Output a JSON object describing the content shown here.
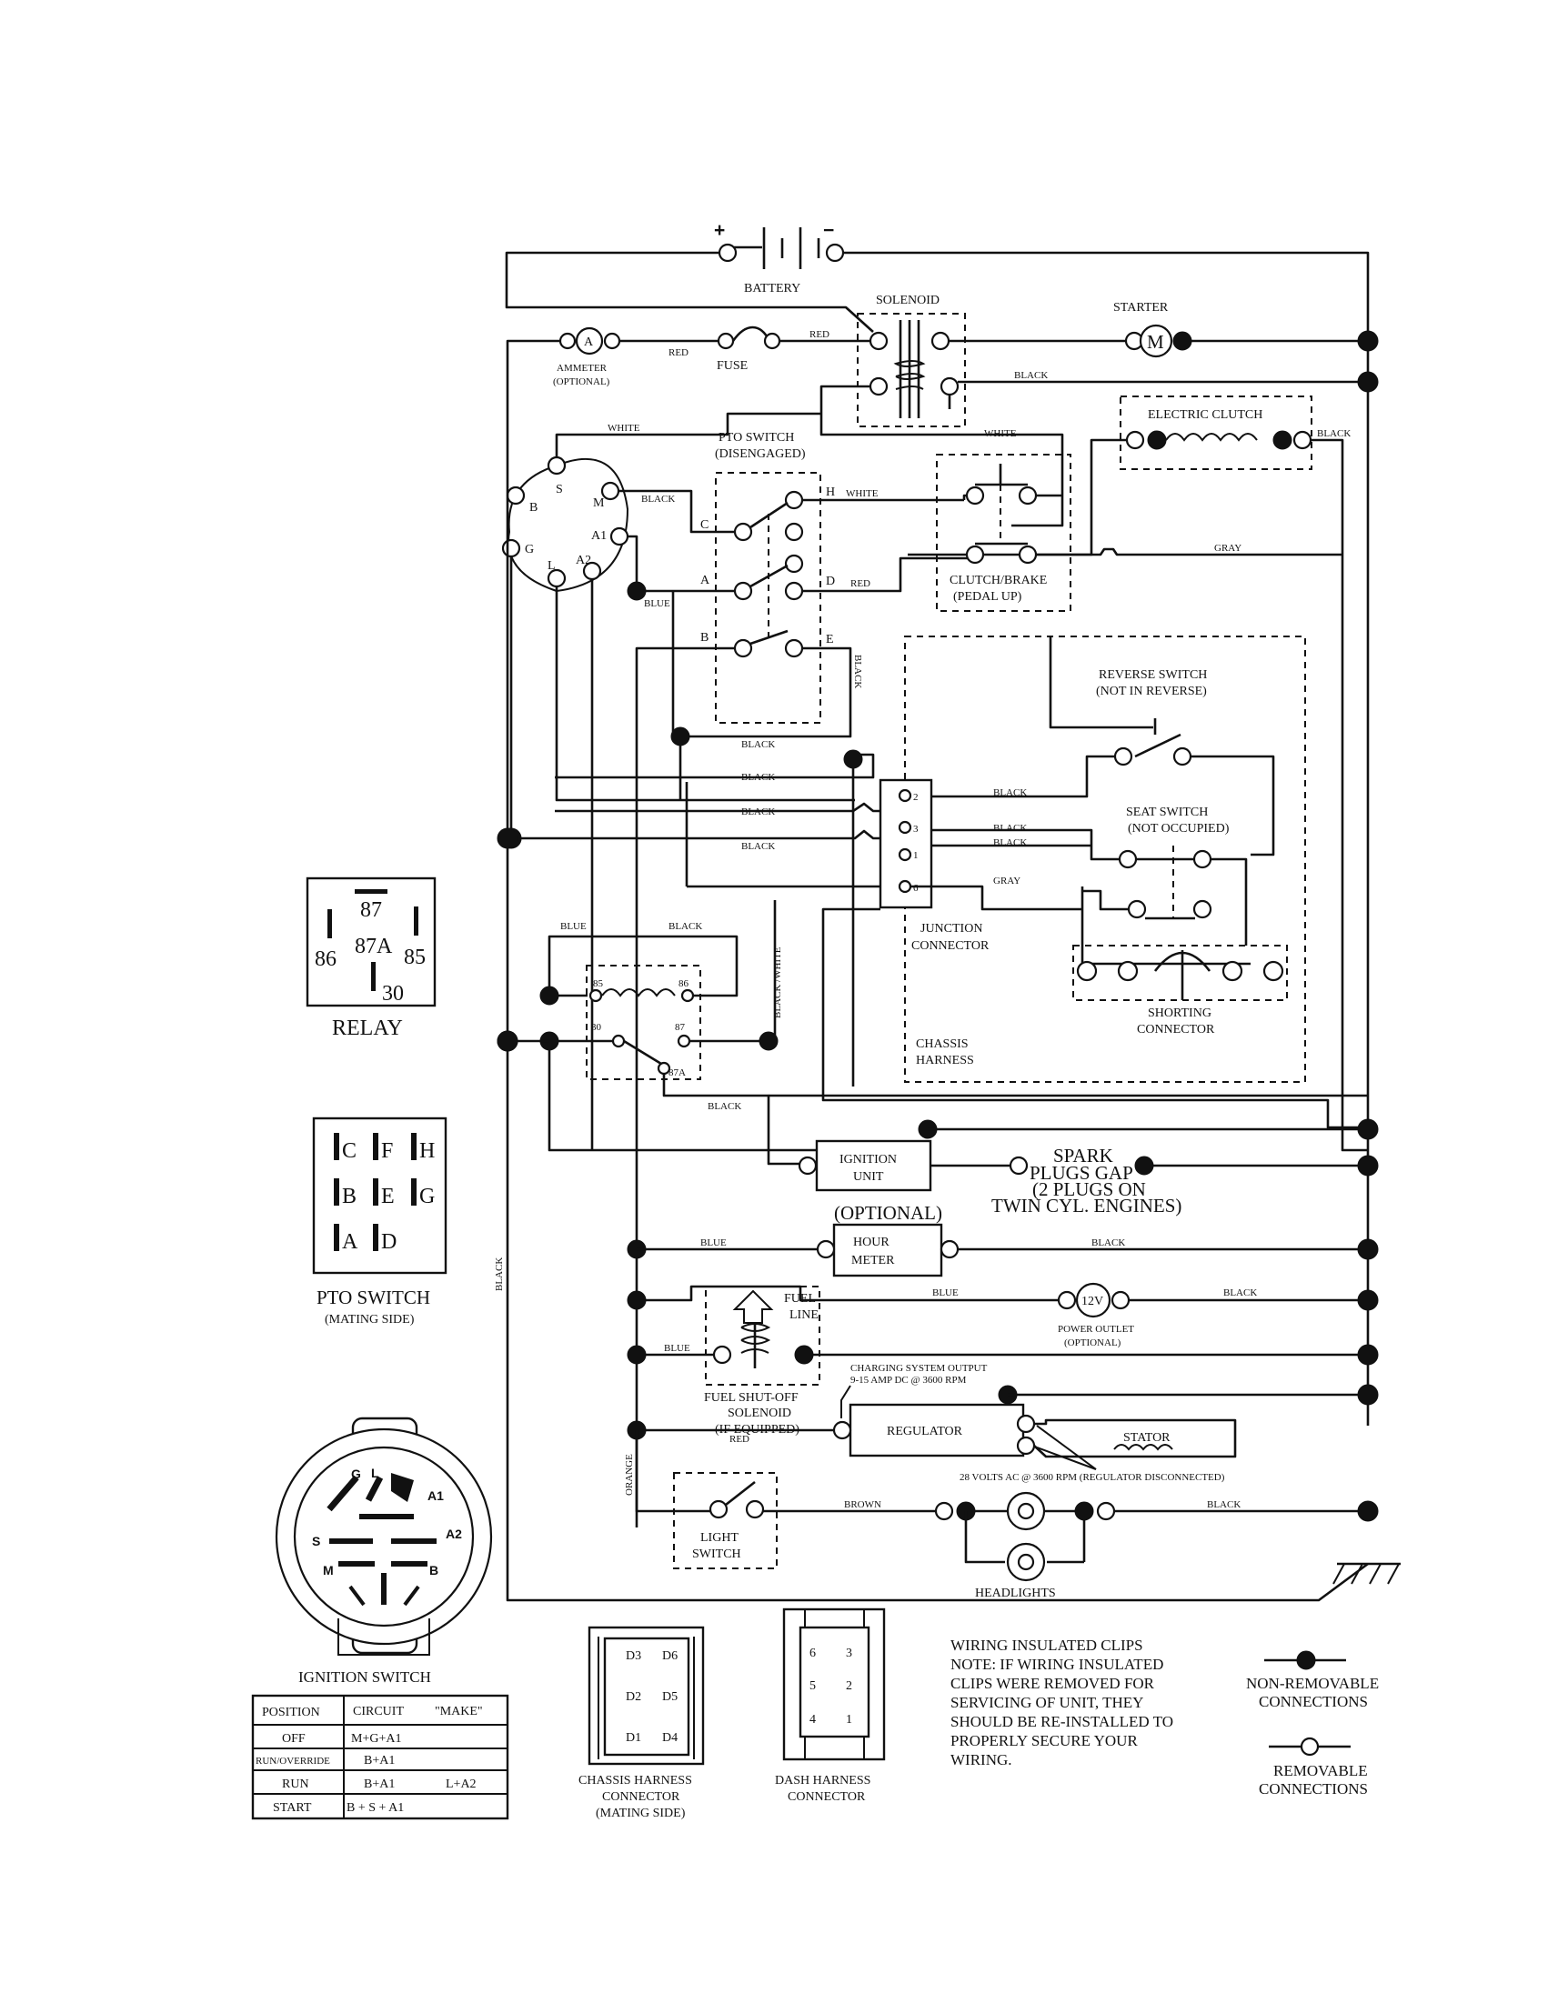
{
  "battery": {
    "title": "BATTERY",
    "plus": "+",
    "minus": "−"
  },
  "solenoid": {
    "title": "SOLENOID"
  },
  "starter": {
    "title": "STARTER",
    "symbol": "M"
  },
  "ammeter": {
    "title": "AMMETER",
    "note": "(OPTIONAL)",
    "symbol": "A"
  },
  "fuse": {
    "title": "FUSE"
  },
  "electric_clutch": {
    "title": "ELECTRIC CLUTCH"
  },
  "pto_switch": {
    "title": "PTO SWITCH",
    "state": "(DISENGAGED)",
    "pins": [
      "C",
      "H",
      "A",
      "D",
      "B",
      "E"
    ],
    "mating_title": "PTO SWITCH",
    "mating_note": "(MATING SIDE)",
    "mating_pins": [
      "C",
      "F",
      "H",
      "B",
      "E",
      "G",
      "A",
      "D"
    ]
  },
  "clutch_brake": {
    "title": "CLUTCH/BRAKE",
    "state": "(PEDAL UP)"
  },
  "ignition_switch_pins": [
    "S",
    "M",
    "B",
    "A1",
    "G",
    "L",
    "A2"
  ],
  "reverse_switch": {
    "title": "REVERSE SWITCH",
    "state": "(NOT IN REVERSE)"
  },
  "seat_switch": {
    "title": "SEAT SWITCH",
    "state": "(NOT OCCUPIED)"
  },
  "junction": {
    "title": "JUNCTION",
    "title2": "CONNECTOR",
    "pins": [
      "2",
      "3",
      "1",
      "6"
    ]
  },
  "shorting": {
    "title": "SHORTING",
    "title2": "CONNECTOR"
  },
  "chassis_harness_label": {
    "line1": "CHASSIS",
    "line2": "HARNESS"
  },
  "relay": {
    "title": "RELAY",
    "pins": [
      "87",
      "87A",
      "86",
      "85",
      "30"
    ],
    "circuit_pins": [
      "85",
      "86",
      "30",
      "87",
      "87A"
    ]
  },
  "ignition_unit": {
    "line1": "IGNITION",
    "line2": "UNIT"
  },
  "spark_plugs": {
    "line1": "SPARK",
    "line2": "PLUGS GAP",
    "line3": "(2 PLUGS ON",
    "line4": "TWIN CYL. ENGINES)"
  },
  "hour_meter": {
    "note": "(OPTIONAL)",
    "line1": "HOUR",
    "line2": "METER"
  },
  "power_outlet": {
    "symbol": "12V",
    "line1": "POWER OUTLET",
    "line2": "(OPTIONAL)"
  },
  "fuel_line": {
    "line1": "FUEL",
    "line2": "LINE"
  },
  "fuel_solenoid": {
    "line1": "FUEL SHUT-OFF",
    "line2": "SOLENOID",
    "line3": "(IF EQUIPPED)"
  },
  "charging": {
    "line1": "CHARGING SYSTEM OUTPUT",
    "line2": "9-15 AMP DC @ 3600 RPM"
  },
  "regulator": {
    "title": "REGULATOR"
  },
  "stator": {
    "title": "STATOR",
    "note": "28 VOLTS AC @ 3600 RPM (REGULATOR DISCONNECTED)"
  },
  "light_switch": {
    "line1": "LIGHT",
    "line2": "SWITCH"
  },
  "headlights": {
    "title": "HEADLIGHTS"
  },
  "wire_colors": {
    "red": "RED",
    "black": "BLACK",
    "white": "WHITE",
    "blue": "BLUE",
    "gray": "GRAY",
    "brown": "BROWN",
    "orange": "ORANGE",
    "black_white": "BLACK /WHITE"
  },
  "ignition_switch": {
    "title": "IGNITION SWITCH",
    "face_pins": [
      "G",
      "L",
      "A1",
      "S",
      "A2",
      "M",
      "B"
    ]
  },
  "ign_table": {
    "headers": [
      "POSITION",
      "CIRCUIT",
      "\"MAKE\""
    ],
    "rows": [
      [
        "OFF",
        "M+G+A1",
        ""
      ],
      [
        "RUN/OVERRIDE",
        "B+A1",
        ""
      ],
      [
        "RUN",
        "B+A1",
        "L+A2"
      ],
      [
        "START",
        "B + S + A1",
        ""
      ]
    ]
  },
  "chassis_connector": {
    "line1": "CHASSIS HARNESS",
    "line2": "CONNECTOR",
    "line3": "(MATING SIDE)",
    "pins": [
      "D3",
      "D6",
      "D2",
      "D5",
      "D1",
      "D4"
    ]
  },
  "dash_connector": {
    "line1": "DASH HARNESS",
    "line2": "CONNECTOR",
    "pins": [
      "6",
      "3",
      "5",
      "2",
      "4",
      "1"
    ]
  },
  "note": {
    "lines": [
      "WIRING INSULATED CLIPS",
      "NOTE:  IF WIRING INSULATED",
      "CLIPS WERE REMOVED FOR",
      "SERVICING OF UNIT, THEY",
      "SHOULD BE RE-INSTALLED TO",
      "PROPERLY SECURE YOUR",
      "WIRING."
    ]
  },
  "legend": {
    "non_removable_1": "NON-REMOVABLE",
    "non_removable_2": "CONNECTIONS",
    "removable_1": "REMOVABLE",
    "removable_2": "CONNECTIONS"
  }
}
